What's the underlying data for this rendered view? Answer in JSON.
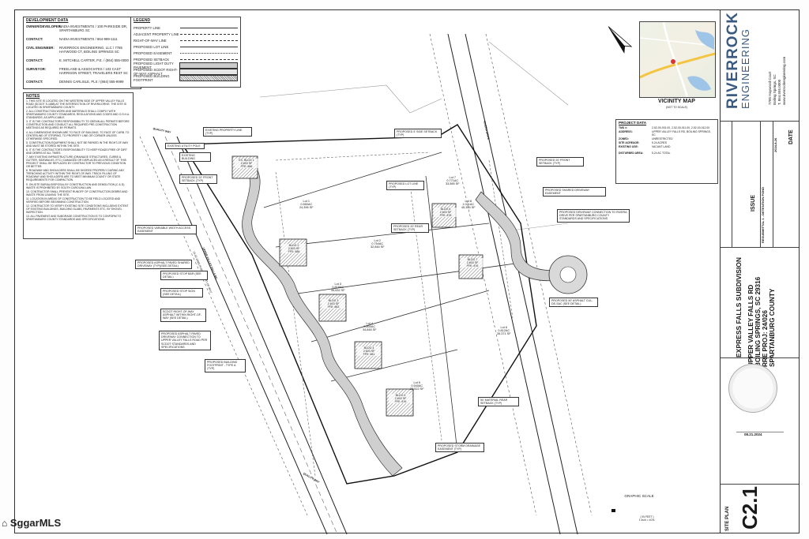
{
  "development_data": {
    "title": "DEVELOPMENT DATA",
    "rows": [
      {
        "k": "OWNER/DEVELOPER:",
        "v": "NADIA INVESTMENTS / 100 PARKSIDE DR, SPARTANBURG SC"
      },
      {
        "k": "CONTACT:",
        "v": "NADIA INVESTMENTS / 864-999-1111"
      },
      {
        "k": "CIVIL ENGINEER:",
        "v": "RIVERROCK ENGINEERING, LLC / 7785 HAYWOOD CT, BOILING SPRINGS SC"
      },
      {
        "k": "CONTACT:",
        "v": "E. MITCHELL CARTER, P.E. / (864) 555-0000"
      },
      {
        "k": "SURVEYOR:",
        "v": "FREELAND & ASSOCIATES / 103 CAST HARRISON STREET, TRAVELERS REST SC"
      },
      {
        "k": "CONTACT:",
        "v": "DENNIS CARLISLE, PLS / (864) 555-9999"
      }
    ]
  },
  "legend": {
    "title": "LEGEND",
    "items": [
      {
        "label": "PROPERTY LINE",
        "style": "solid"
      },
      {
        "label": "ADJACENT PROPERTY LINE",
        "style": "dash"
      },
      {
        "label": "RIGHT-OF-WAY LINE",
        "style": "dash"
      },
      {
        "label": "PROPOSED LOT LINE",
        "style": "solid"
      },
      {
        "label": "PROPOSED EASEMENT",
        "style": "dot"
      },
      {
        "label": "PROPOSED SETBACK",
        "style": "dash"
      },
      {
        "label": "PROPOSED LIGHT DUTY PAVEMENT",
        "style": "fill"
      },
      {
        "label": "PROPOSED SCDOT RIGHT-OF-WAY ASPHALT",
        "style": "fill2"
      },
      {
        "label": "PROPOSED BUILDING FOOTPRINT",
        "style": "hatch"
      }
    ]
  },
  "notes": {
    "title": "NOTES",
    "items": [
      "1. THIS SITE IS LOCATED ON THE WESTERN SIDE OF UPPER VALLEY FALLS ROAD (SCDOT S-1688) AT THE INTERSECTION OF RIVERA DRIVE. THE SITE IS LOCATED IN SPARTANBURG COUNTY.",
      "2. ALL CONSTRUCTION WORK AND MATERIALS SHALL COMPLY WITH SPARTANBURG COUNTY STANDARDS, REGULATIONS AND CODES AND O.S.H.A. STANDARDS, AS APPLICABLE.",
      "3. IT IS THE CONTRACTORS RESPONSIBILITY TO OBTAIN ALL PERMITS BEFORE CONSTRUCTION AND CONDUCT ALL REQUIRED PRE-CONSTRUCTION MEETINGS AS REQUIRED BY PERMITS.",
      "4. ALL DIMENSIONS SHOWN ARE TO FACE OF BUILDING, TO FACE OF CURB, TO CENTERLINE OF STRIPING, TO PROPERTY LINE OR CORNER UNLESS OTHERWISE SPECIFIED.",
      "5. CONSTRUCTION EQUIPMENT SHALL NOT BE PARKED IN THE RIGHT-OF-WAY AND MUST BE STORED WITHIN THE SITE.",
      "6. IT IS THE CONTRACTOR'S RESPONSIBILITY TO KEEP ROADS FREE OF DIRT AND DEBRIS AT ALL TIMES.",
      "7. ANY EXISTING INFRASTRUCTURE (DRAINAGE STRUCTURES, CURBS & GUTTER, SIDEWALKS, ETC.) DAMAGED OR DISPLACED AS A RESULT OF THIS PROJECT SHALL BE REPLACED BY CONTRACTOR TO PREVIOUS CONDITION OR BETTER.",
      "8. ROADWAY AND SHOULDERS SHALL BE SHORED PROPERLY DURING ANY TRENCHING ACTIVITY WITHIN THE RIGHT-OF-WAY. TRACK FILLING OF ROADWAY AND SHOULDERS ARE TO MEET MINIMUM COUNTY OR STATE REQUIREMENTS FOR COMPACTION.",
      "9. ON-SITE BURIAL/DISPOSAL BY CONSTRUCTION AND DEMOLITION (C & D) WASTE IS PROHIBITED BY SOUTH CAROLINA LAW.",
      "10. CONTRACTOR SHALL PREVENT RUNOFF OF CONSTRUCTION DEBRIS AND WASTE FROM LEAVING THE SITE.",
      "11. LOCATION IN AREAS OF CONSTRUCTION TO BE FIELD LOCATED AND VERIFIED BEFORE BEGINNING CONSTRUCTION.",
      "12. CONTRACTOR TO VERIFY EXISTING SITE CONDITIONS INCLUDING EXTENT OF EXISTING BUILDINGS, BUILDING SLABS, PAVEMENTS ETC. BY SHOVEL INSPECTION.",
      "13. ALL PAVEMENT AND SUBGRADE CONSTRUCTION IS TO CONFORM TO SPARTANBURG COUNTY STANDARDS AND SPECIFICATIONS."
    ]
  },
  "project_data": {
    "title": "PROJECT DATA",
    "rows": [
      {
        "k": "TMS #:",
        "v": "2-52-00-001.00, 2-52-00-011.00, 2-52-00-012.00"
      },
      {
        "k": "ADDRESS:",
        "v": "UPPER VALLEY FALLS RD, BOILING SPRINGS, SC"
      },
      {
        "k": "ZONED:",
        "v": "UNRESTRICTED"
      },
      {
        "k": "SITE ACREAGE:",
        "v": "5.24 ACRES"
      },
      {
        "k": "EXISTING USE:",
        "v": "VACANT LAND"
      }
    ],
    "disturbed_area_label": "DISTURBED AREA:",
    "disturbed_area_value": "5.24 AC TOTAL"
  },
  "vicinity_map": {
    "title": "VICINITY MAP",
    "subtitle": "(NOT TO SCALE)"
  },
  "firm": {
    "name_line1": "RIVERROCK",
    "name_line2": "ENGINEERING",
    "address": "7785 Haywood Court",
    "city": "Boiling Springs, SC",
    "phone": "T. 864.555.0000",
    "web": "www.riverrockengineering.com"
  },
  "title_block": {
    "project_name": "EXPRESS FALLS SUBDIVISION",
    "address_line1": "UPPER VALLEY FALLS RD",
    "address_line2": "BOILING SPRINGS, SC 29316",
    "proj_no": "RRE PROJ: 24/026",
    "county": "SPARTANBURG COUNTY",
    "issue_label": "ISSUE",
    "date_label": "DATE",
    "issue_value": "RESUBMITTAL 1 - DETENTION POND",
    "date_value": "2024-8-26",
    "sheet_title": "SITE PLAN",
    "sheet_number": "C2.1",
    "seal_date": "08.21.2024"
  },
  "plan": {
    "road_label_left": "UPPER VALLEY FALLS RD",
    "road_sublabel_left": "(S-42-1688) PUBLIC RIGHT-OF-WAY",
    "road_label_right": "RIVERA DRIVE",
    "road_label_bottom": "QUALITY WAY",
    "road_label_top": "QUALITY WAY",
    "lots": [
      {
        "name": "Lot 1",
        "area": "0.560AC",
        "sf": "24,396 SF"
      },
      {
        "name": "Lot 2",
        "area": "0.754AC",
        "sf": "32,846 SF"
      },
      {
        "name": "Lot 3",
        "area": "0.818AC",
        "sf": "35,632 SF"
      },
      {
        "name": "Lot 4",
        "area": "0.800AC",
        "sf": "34,848 SF"
      },
      {
        "name": "Lot 5",
        "area": "0.540AC",
        "sf": "23,522 SF"
      },
      {
        "name": "Lot 6",
        "area": "0.812AC",
        "sf": "35,371 SF"
      },
      {
        "name": "Lot 7",
        "area": "0.771AC",
        "sf": "33,585 SF"
      },
      {
        "name": "Lot 8",
        "area": "1.041AC",
        "sf": "45,346 SF"
      }
    ],
    "buildings": [
      {
        "name": "EX. BLDG 1",
        "sf": "2,603 SF",
        "ffe": "FFE: 886"
      },
      {
        "name": "BLDG 2",
        "sf": "2,603 SF",
        "ffe": "FFE: 888"
      },
      {
        "name": "BLDG 3",
        "sf": "2,603 SF",
        "ffe": "FFE: 883"
      },
      {
        "name": "BLDG 4",
        "sf": "2,603 SF",
        "ffe": "FFE: 881"
      },
      {
        "name": "BLDG 5",
        "sf": "2,603 SF",
        "ffe": "FFE: 876"
      },
      {
        "name": "BLDG 6",
        "sf": "2,603 SF",
        "ffe": "FFE: 878"
      },
      {
        "name": "BLDG 7",
        "sf": "2,603 SF",
        "ffe": "FFE: 876"
      }
    ],
    "callouts": [
      "EXISTING PROPERTY LINE (TYP)",
      "PROPOSED 5' SIDE SETBACK (TYP)",
      "PROPOSED 20' FRONT SETBACK (TYP)",
      "PROPOSED SHARED DRIVEWAY EASEMENT",
      "PROPOSED DRIVEWAY CONNECTION TO RIVERA DRIVE PER SPARTANBURG COUNTY STANDARDS AND SPECIFICATIONS",
      "PROPOSED LOT LINE (TYP)",
      "PROPOSED 20' REAR SETBACK (TYP)",
      "EXISTING UTILITY POLE",
      "EXISTING BUILDING",
      "PROPOSED 20' FRONT SETBACK (TYP)",
      "PROPOSED VARIABLE WIDTH ACCESS EASEMENT",
      "PROPOSED ASPHALT PAVED SHARED DRIVEWAY (TYP)(SEE DETAIL)",
      "PROPOSED STOP BAR (SEE DETAIL)",
      "PROPOSED STOP SIGN (SEE DETAIL)",
      "SCDOT RIGHT-OF-WAY ASPHALT WITHIN RIGHT-OF-WAY (SEE DETAIL)",
      "PROPOSED ASPHALT PAVED DRIVEWAY CONNECTION TO UPPER VALLEY FALLS ROAD PER SCDOT STANDARDS AND SPECIFICATIONS",
      "PROPOSED BUILDING FOOTPRINT - TYPE A (TYP)",
      "PROPOSED STORM DRAINAGE EASEMENT (TYP)",
      "50' MATERIAL REAR SETBACK (TYP)",
      "PROPOSED 50' ASPHALT CUL-DE-SAC (SEE DETAIL)"
    ],
    "graphic_scale_title": "GRAPHIC SCALE",
    "graphic_scale_unit": "( IN FEET )",
    "graphic_scale_ratio": "1 inch = 40 ft."
  },
  "watermark": "SggarMLS"
}
